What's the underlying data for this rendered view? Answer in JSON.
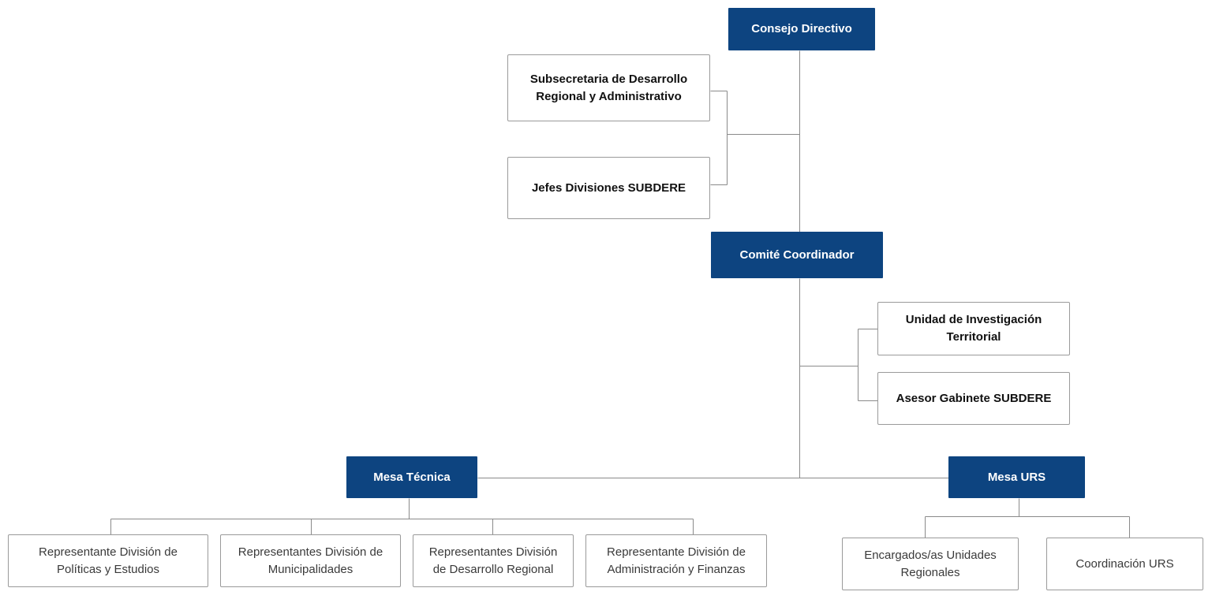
{
  "colors": {
    "primary_box": "#0d4480",
    "connector": "#8a8a8a"
  },
  "nodes": {
    "consejo_directivo": "Consejo Directivo",
    "subsecretaria": "Subsecretaria de Desarrollo Regional y Administrativo",
    "jefes_divisiones": "Jefes Divisiones SUBDERE",
    "comite_coordinador": "Comité Coordinador",
    "unidad_investigacion": "Unidad de Investigación Territorial",
    "asesor_gabinete": "Asesor Gabinete SUBDERE",
    "mesa_tecnica": "Mesa Técnica",
    "mesa_urs": "Mesa URS",
    "rep_politicas": "Representante División de Políticas y Estudios",
    "rep_municipalidades": "Representantes División de Municipalidades",
    "rep_desarrollo_regional": "Representantes División de Desarrollo Regional",
    "rep_administracion": "Representante División de Administración y Finanzas",
    "encargados_unidades": "Encargados/as Unidades Regionales",
    "coordinacion_urs": "Coordinación URS"
  }
}
